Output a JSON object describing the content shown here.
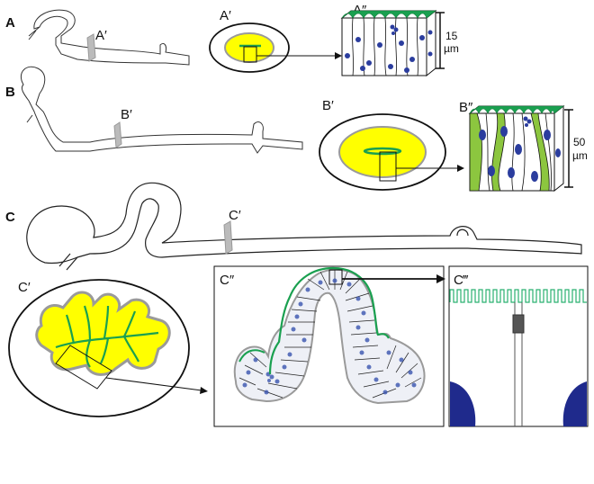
{
  "panels": {
    "a": {
      "letter": "A",
      "section_label": "A′",
      "cross_section_label": "A′",
      "detail_label": "A″",
      "scale_value": "15",
      "scale_unit": "µm"
    },
    "b": {
      "letter": "B",
      "section_label": "B′",
      "cross_section_label": "B′",
      "detail_label": "B″",
      "scale_value": "50",
      "scale_unit": "µm"
    },
    "c": {
      "letter": "C",
      "section_label": "C′",
      "cross_section_label": "C′",
      "detail_label": "C″",
      "closeup_label": "C‴"
    }
  },
  "colors": {
    "lumen_fill": "#ffff00",
    "lumen_border": "#9a9a9a",
    "apical_green": "#1aa050",
    "microvilli_green": "#2ab070",
    "cell_green": "#8cc63f",
    "nucleus_blue": "#2b3d9e",
    "dark_navy": "#1f2a8c"
  }
}
